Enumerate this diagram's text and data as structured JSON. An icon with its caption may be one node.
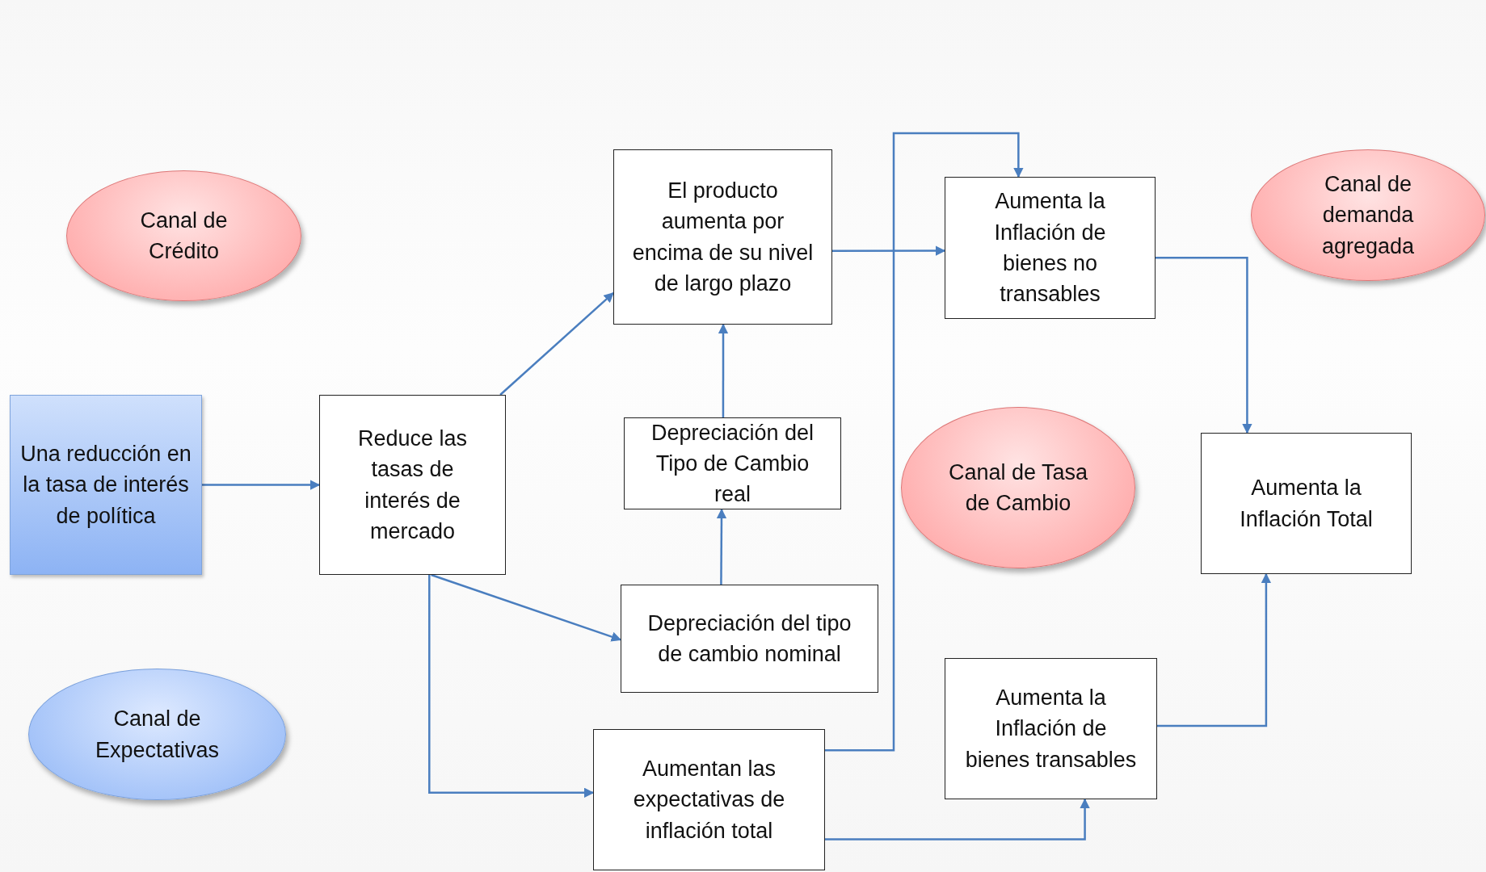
{
  "diagram": {
    "nodes": [
      {
        "text": [
          "Canal de Crédito"
        ]
      },
      {
        "text": [
          "Una reducción en la tasa de interés de política"
        ]
      },
      {
        "text": [
          "Reduce las tasas de interés de mercado"
        ]
      },
      {
        "text": [
          "El producto aumenta por encima de su nivel de largo plazo"
        ]
      },
      {
        "text": [
          "Depreciación del Tipo de Cambio real"
        ]
      },
      {
        "text": [
          "Depreciación del tipo de cambio nominal"
        ]
      },
      {
        "text": [
          "Aumentan las expectativas de inflación total"
        ]
      },
      {
        "text": [
          "Aumenta la Inflación de bienes no transables"
        ]
      },
      {
        "text": [
          "Canal de demanda agregada"
        ]
      },
      {
        "text": [
          "Canal de Tasa de Cambio"
        ]
      },
      {
        "text": [
          "Aumenta la Inflación Total"
        ]
      },
      {
        "text": [
          "Aumenta la Inflación de bienes transables"
        ]
      },
      {
        "text": [
          "Canal de Expectativas"
        ]
      }
    ],
    "edges": [
      {
        "from": 1,
        "to": 2,
        "arrow": "to"
      },
      {
        "from": 2,
        "to": 3,
        "arrow": "to"
      },
      {
        "from": 2,
        "to": 5,
        "arrow": "to"
      },
      {
        "from": 2,
        "to": 6,
        "arrow": "to"
      },
      {
        "from": 5,
        "to": 4,
        "arrow": "to"
      },
      {
        "from": 4,
        "to": 3,
        "arrow": "to"
      },
      {
        "from": 3,
        "to": 7,
        "arrow": "to"
      },
      {
        "from": 6,
        "to": 7,
        "arrow": "to"
      },
      {
        "from": 6,
        "to": 11,
        "arrow": "to"
      },
      {
        "from": 7,
        "to": 10,
        "arrow": "to"
      },
      {
        "from": 11,
        "to": 10,
        "arrow": "to"
      }
    ]
  }
}
